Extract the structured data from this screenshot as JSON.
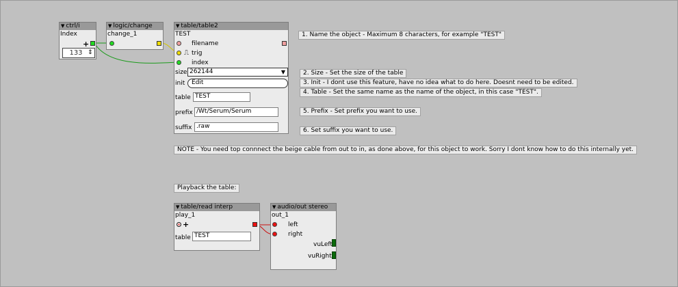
{
  "objects": {
    "ctrl": {
      "type": "ctrl/i",
      "instance": "Index",
      "value": "133"
    },
    "change": {
      "type": "logic/change",
      "instance": "change_1"
    },
    "table": {
      "type": "table/table2",
      "instance": "TEST",
      "inlets": [
        "filename",
        "trig",
        "index"
      ],
      "size_label": "size",
      "size_value": "262144",
      "init_label": "init",
      "init_button": "Edit",
      "table_label": "table",
      "table_value": "TEST",
      "prefix_label": "prefix",
      "prefix_value": "/Wt/Serum/Serum",
      "suffix_label": "suffix",
      "suffix_value": ".raw"
    },
    "read": {
      "type": "table/read interp",
      "instance": "play_1",
      "table_label": "table",
      "table_value": "TEST"
    },
    "out": {
      "type": "audio/out stereo",
      "instance": "out_1",
      "inlets": [
        "left",
        "right"
      ],
      "vu": [
        "vuLeft",
        "vuRight"
      ]
    }
  },
  "notes": {
    "n1": "1. Name the object - Maximum 8 characters, for example \"TEST\"",
    "n2": "2. Size - Set the size of the table",
    "n3": "3. Init - I dont use this feature, have no idea what to do here. Doesnt need to be edited.",
    "n4": "4. Table - Set the same name as the name of the object, in this case \"TEST\".",
    "n5": "5. Prefix - Set prefix you want to use.",
    "n6": "6. Set suffix you want to use.",
    "note": "NOTE - You need top connnect the beige cable from out to in, as done above, for this object to work. Sorry I dont know how to do this internally yet.",
    "playback": "Playback the table:"
  },
  "glyphs": {
    "header_triangle": "▼",
    "plus": "+",
    "spinner": "⇕",
    "dropdown": "▼",
    "trig_pulse": "⎍"
  },
  "colors": {
    "canvas": "#c0c0c0",
    "object_bg": "#ebebeb",
    "header": "#999999",
    "wire_int": "#1a9a1a",
    "wire_bool": "#d4c400",
    "wire_charptr": "#c08080",
    "wire_audio": "#cc1111"
  }
}
